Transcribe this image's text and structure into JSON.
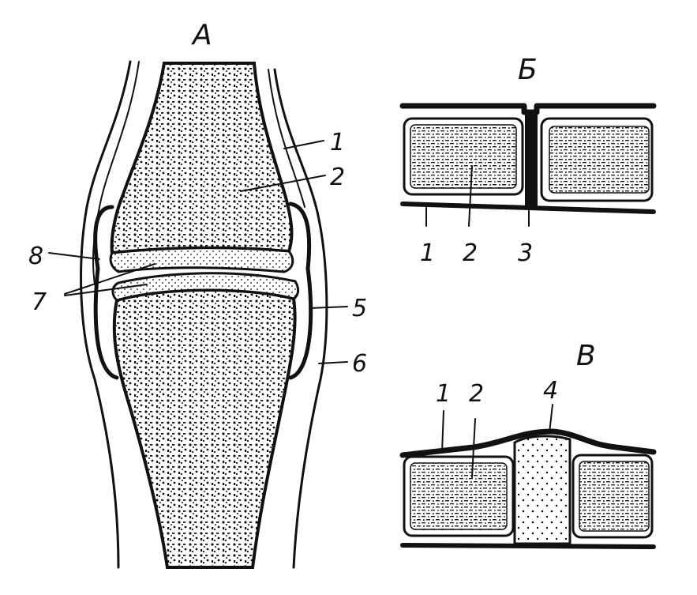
{
  "panels": {
    "a": {
      "title": "А",
      "labels": [
        "1",
        "2",
        "5",
        "6",
        "7",
        "8"
      ]
    },
    "b": {
      "title": "Б",
      "labels": [
        "1",
        "2",
        "3"
      ]
    },
    "v": {
      "title": "В",
      "labels": [
        "1",
        "2",
        "4"
      ]
    }
  },
  "colors": {
    "ink": "#111111",
    "paper": "#ffffff"
  }
}
